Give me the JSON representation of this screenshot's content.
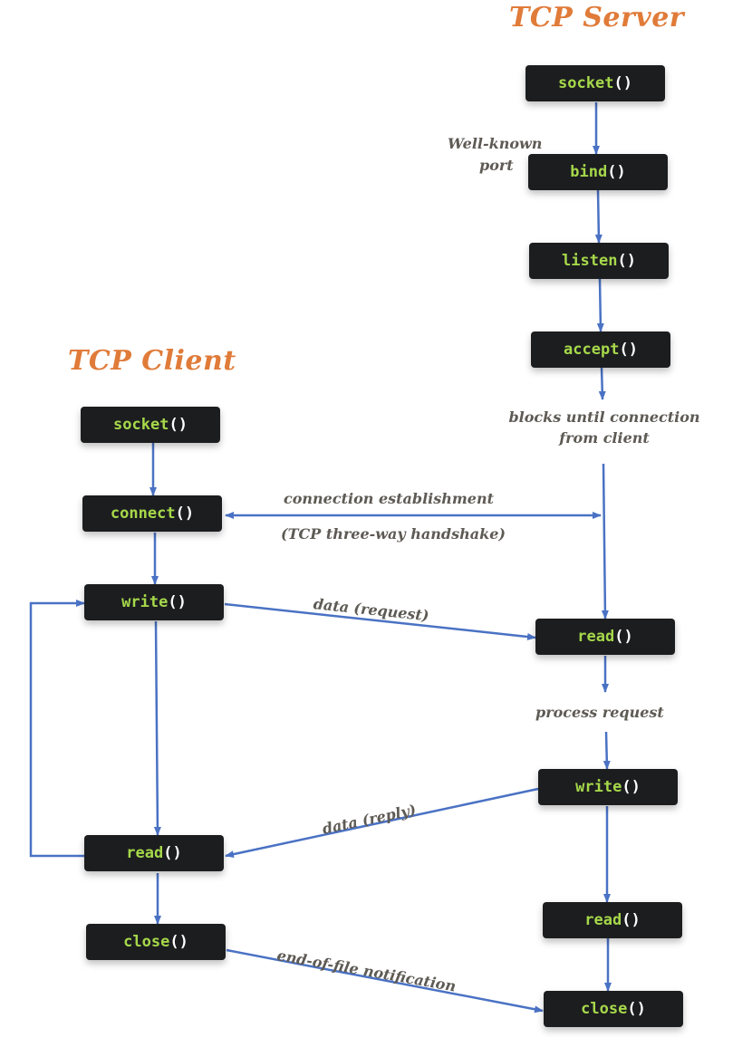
{
  "titles": {
    "server": "TCP Server",
    "client": "TCP Client"
  },
  "paren": "()",
  "server": {
    "socket": "socket",
    "bind": "bind",
    "listen": "listen",
    "accept": "accept",
    "read": "read",
    "write": "write",
    "read2": "read",
    "close": "close"
  },
  "client": {
    "socket": "socket",
    "connect": "connect",
    "write": "write",
    "read": "read",
    "close": "close"
  },
  "notes": {
    "well_known_1": "Well-known",
    "well_known_2": "port",
    "blocks_1": "blocks until connection",
    "blocks_2": "from client",
    "conn_est": "connection establishment",
    "handshake": "(TCP three-way handshake)",
    "data_request": "data (request)",
    "process": "process request",
    "data_reply": "data (reply)",
    "eof": "end-of-file notification"
  },
  "colors": {
    "arrow": "#4a72c4",
    "title": "#e07b39",
    "function": "#a6d84a",
    "node_bg": "#1c1d1f",
    "note": "#5e5a54"
  }
}
